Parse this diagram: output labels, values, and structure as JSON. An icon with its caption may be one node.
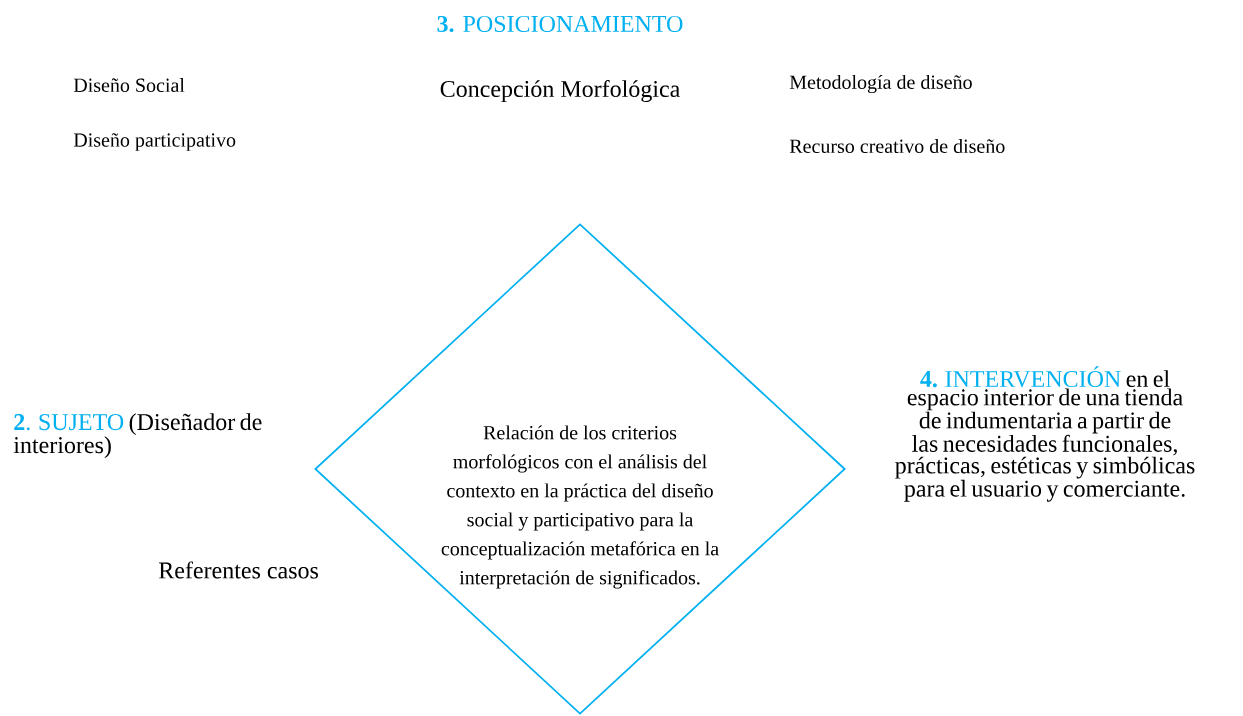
{
  "diagram": {
    "title": "**3.** POSICIONAMIENTO",
    "nodes": [
      {
        "text": [
          "Relación de los criterios morfológicos con el análisis del contexto en la práctica del diseño social y participativo para la conceptualización metafórica en la interpretación de significados."
        ]
      }
    ],
    "labels": [
      "Diseño Social",
      "Concepción Morfológica",
      "Metodología de diseño",
      "Diseño participativo",
      "Recurso creativo de diseño",
      "**2**. SUJETO",
      "(Diseñador de interiores)",
      "**4.** INTERVENCIÓN",
      "en el espacio interior de una tienda de indumentaria a partir de las necesidades funcionales, prácticas, estéticas y simbólicas para el usuario y comerciante.",
      "Referentes casos"
    ]
  }
}
